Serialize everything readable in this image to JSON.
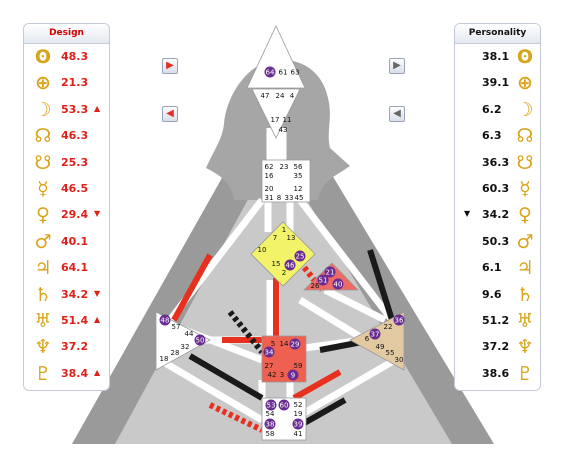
{
  "design": {
    "title": "Design",
    "rows": [
      {
        "planet": "sun-icon",
        "glyph": "ʘ",
        "value": "48.3",
        "mark": ""
      },
      {
        "planet": "earth-icon",
        "glyph": "⊕",
        "value": "21.3",
        "mark": ""
      },
      {
        "planet": "moon-icon",
        "glyph": "☽",
        "value": "53.3",
        "mark": "▲"
      },
      {
        "planet": "north-node-icon",
        "glyph": "☊",
        "value": "46.3",
        "mark": ""
      },
      {
        "planet": "south-node-icon",
        "glyph": "☋",
        "value": "25.3",
        "mark": ""
      },
      {
        "planet": "mercury-icon",
        "glyph": "☿",
        "value": "46.5",
        "mark": ""
      },
      {
        "planet": "venus-icon",
        "glyph": "♀",
        "value": "29.4",
        "mark": "▼"
      },
      {
        "planet": "mars-icon",
        "glyph": "♂",
        "value": "40.1",
        "mark": ""
      },
      {
        "planet": "jupiter-icon",
        "glyph": "♃",
        "value": "64.1",
        "mark": ""
      },
      {
        "planet": "saturn-icon",
        "glyph": "♄",
        "value": "34.2",
        "mark": "▼"
      },
      {
        "planet": "uranus-icon",
        "glyph": "♅",
        "value": "51.4",
        "mark": "▲"
      },
      {
        "planet": "neptune-icon",
        "glyph": "♆",
        "value": "37.2",
        "mark": ""
      },
      {
        "planet": "pluto-icon",
        "glyph": "♇",
        "value": "38.4",
        "mark": "▲"
      }
    ]
  },
  "personality": {
    "title": "Personality",
    "rows": [
      {
        "planet": "sun-icon",
        "glyph": "ʘ",
        "value": "38.1",
        "mark": ""
      },
      {
        "planet": "earth-icon",
        "glyph": "⊕",
        "value": "39.1",
        "mark": ""
      },
      {
        "planet": "moon-icon",
        "glyph": "☽",
        "value": "6.2",
        "mark": ""
      },
      {
        "planet": "north-node-icon",
        "glyph": "☊",
        "value": "6.3",
        "mark": ""
      },
      {
        "planet": "south-node-icon",
        "glyph": "☋",
        "value": "36.3",
        "mark": ""
      },
      {
        "planet": "mercury-icon",
        "glyph": "☿",
        "value": "60.3",
        "mark": ""
      },
      {
        "planet": "venus-icon",
        "glyph": "♀",
        "value": "34.2",
        "mark": "▼"
      },
      {
        "planet": "mars-icon",
        "glyph": "♂",
        "value": "50.3",
        "mark": ""
      },
      {
        "planet": "jupiter-icon",
        "glyph": "♃",
        "value": "6.1",
        "mark": ""
      },
      {
        "planet": "saturn-icon",
        "glyph": "♄",
        "value": "9.6",
        "mark": ""
      },
      {
        "planet": "uranus-icon",
        "glyph": "♅",
        "value": "51.2",
        "mark": ""
      },
      {
        "planet": "neptune-icon",
        "glyph": "♆",
        "value": "37.2",
        "mark": ""
      },
      {
        "planet": "pluto-icon",
        "glyph": "♇",
        "value": "38.6",
        "mark": ""
      }
    ]
  },
  "nav": {
    "design_next": "▶",
    "design_prev": "◀",
    "personality_next": "▶",
    "personality_prev": "◀"
  },
  "colors": {
    "defined_red": "#e8301e",
    "defined_black": "#1a1a1a",
    "undefined_white": "#ffffff",
    "badge_purple": "#6a2c91",
    "g_center": "#f3f36a",
    "sacral": "#ee6050",
    "spleen_root_beige": "#e3c9a2",
    "ego": "#ee6a64"
  },
  "chart": {
    "head_gates": [
      "64",
      "61",
      "63"
    ],
    "ajna_gates": [
      "47",
      "24",
      "4",
      "17",
      "11",
      "43"
    ],
    "throat_gates": [
      "62",
      "23",
      "56",
      "16",
      "35",
      "20",
      "12",
      "31",
      "8",
      "33",
      "45"
    ],
    "g_gates": [
      "1",
      "7",
      "13",
      "10",
      "25",
      "15",
      "46",
      "2"
    ],
    "ego_gates": [
      "21",
      "51",
      "26",
      "40"
    ],
    "spleen_gates": [
      "48",
      "57",
      "44",
      "50",
      "32",
      "28",
      "18"
    ],
    "sacral_gates": [
      "5",
      "14",
      "29",
      "34",
      "27",
      "59",
      "42",
      "3",
      "9"
    ],
    "solar_plexus_gates": [
      "36",
      "22",
      "37",
      "6",
      "49",
      "55",
      "30"
    ],
    "root_gates": [
      "53",
      "60",
      "52",
      "54",
      "19",
      "38",
      "39",
      "58",
      "41"
    ]
  }
}
